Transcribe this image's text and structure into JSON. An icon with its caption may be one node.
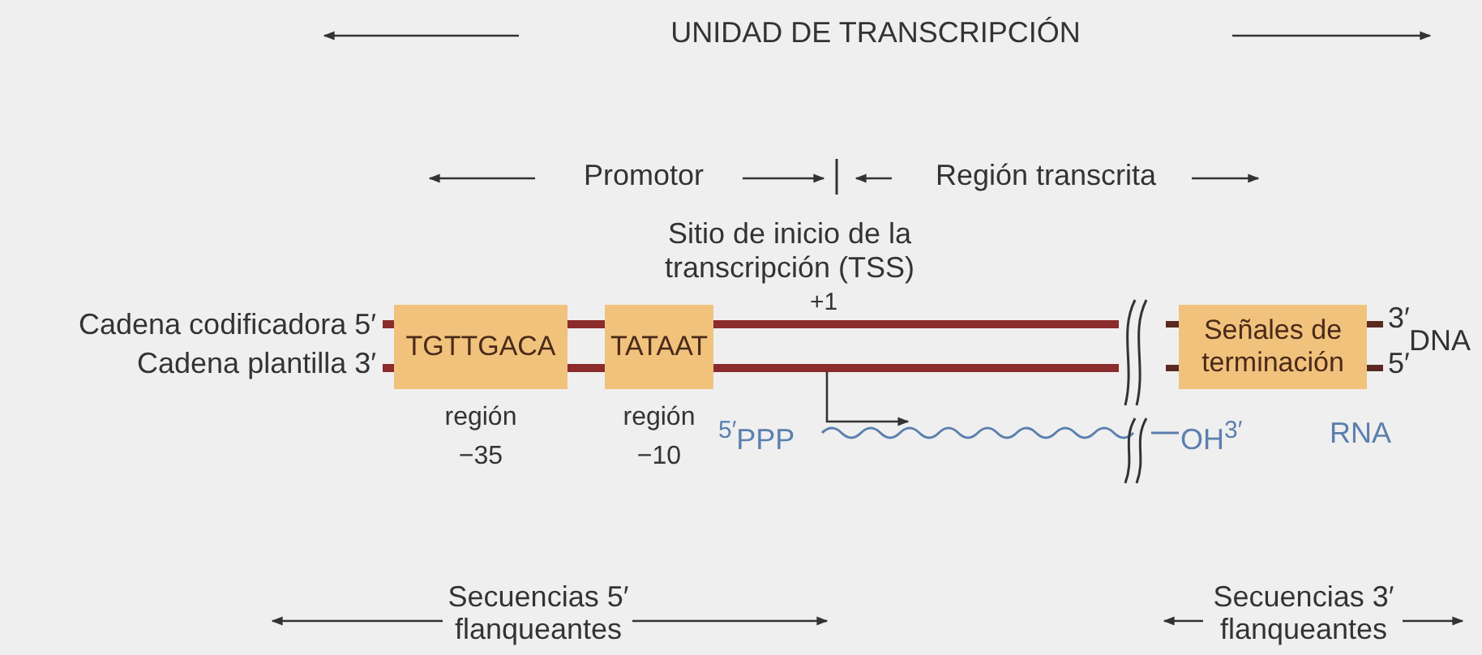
{
  "diagram": {
    "nodes": [
      {
        "text": [
          "TGTTGACA"
        ],
        "beside": [
          "región −35"
        ]
      },
      {
        "text": [
          "TATAAT"
        ],
        "beside": [
          "región −10"
        ]
      },
      {
        "text": [
          "Señales de terminación"
        ]
      }
    ],
    "edges": [],
    "labels": [
      "UNIDAD DE TRANSCRIPCIÓN",
      "Promotor",
      "Región transcrita",
      "Sitio de inicio de la transcripción (TSS)",
      "+1",
      "Cadena codificadora 5′",
      "Cadena plantilla 3′",
      "3′",
      "5′",
      "DNA",
      "$^{5′}$PPP",
      "OH$^{3′}$",
      "RNA",
      "Secuencias 5′ flanqueantes",
      "Secuencias 3′ flanqueantes"
    ]
  }
}
